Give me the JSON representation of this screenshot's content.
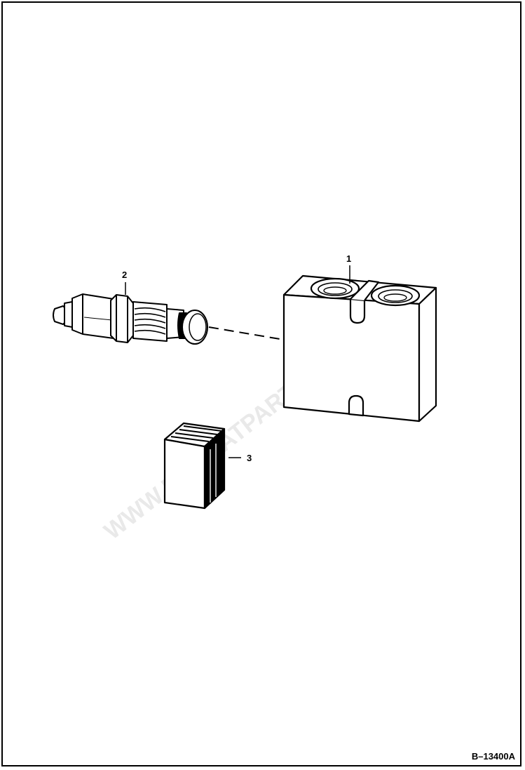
{
  "callouts": [
    {
      "id": "1",
      "part": "valve-block"
    },
    {
      "id": "2",
      "part": "cartridge-valve"
    },
    {
      "id": "3",
      "part": "decal-label"
    }
  ],
  "figure_id": "B–13400A",
  "watermark_text": "WWW.BOBCATPARTS.COM"
}
